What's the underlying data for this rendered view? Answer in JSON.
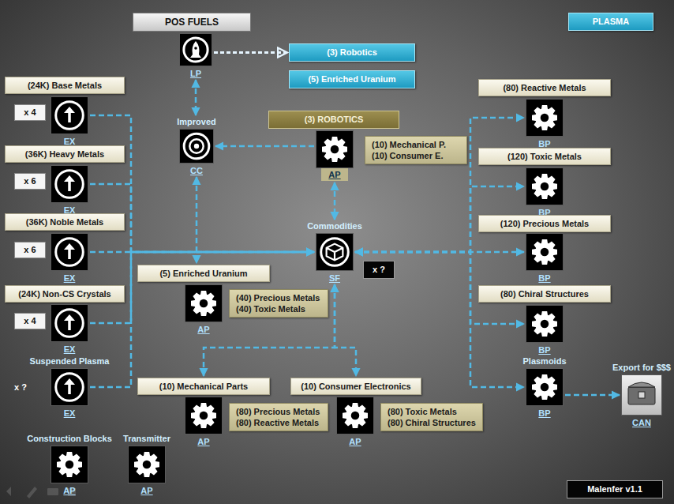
{
  "diagram": {
    "nodes": [
      {
        "text": [
          "POS FUELS"
        ]
      },
      {
        "text": [
          "LP"
        ]
      },
      {
        "text": [
          "PLASMA"
        ]
      },
      {
        "text": [
          "(3) Robotics"
        ]
      },
      {
        "text": [
          "(5) Enriched Uranium"
        ]
      },
      {
        "text": [
          "(24K) Base Metals"
        ]
      },
      {
        "text": [
          "x 4"
        ]
      },
      {
        "text": [
          "EX"
        ]
      },
      {
        "text": [
          "(80) Reactive Metals"
        ]
      },
      {
        "text": [
          "BP"
        ]
      },
      {
        "text": [
          "Improved",
          "CC"
        ]
      },
      {
        "text": [
          "(3) ROBOTICS"
        ]
      },
      {
        "text": [
          "AP"
        ]
      },
      {
        "text": [
          "(10) Mechanical P.",
          "(10) Consumer E."
        ]
      },
      {
        "text": [
          "(36K) Heavy Metals"
        ]
      },
      {
        "text": [
          "x 6"
        ]
      },
      {
        "text": [
          "EX"
        ]
      },
      {
        "text": [
          "(120) Toxic Metals"
        ]
      },
      {
        "text": [
          "BP"
        ]
      },
      {
        "text": [
          "(36K) Noble Metals"
        ]
      },
      {
        "text": [
          "x 6"
        ]
      },
      {
        "text": [
          "EX"
        ]
      },
      {
        "text": [
          "Commodities",
          "SF"
        ]
      },
      {
        "text": [
          "x ?"
        ]
      },
      {
        "text": [
          "(120) Precious Metals"
        ]
      },
      {
        "text": [
          "BP"
        ]
      },
      {
        "text": [
          "(5) Enriched Uranium"
        ]
      },
      {
        "text": [
          "AP"
        ]
      },
      {
        "text": [
          "(40) Precious Metals",
          "(40) Toxic Metals"
        ]
      },
      {
        "text": [
          "(24K) Non-CS Crystals"
        ]
      },
      {
        "text": [
          "x 4"
        ]
      },
      {
        "text": [
          "EX"
        ]
      },
      {
        "text": [
          "(80) Chiral Structures"
        ]
      },
      {
        "text": [
          "BP"
        ]
      },
      {
        "text": [
          "Suspended Plasma",
          "EX"
        ]
      },
      {
        "text": [
          "Plasmoids",
          "BP"
        ]
      },
      {
        "text": [
          "Export for $$$",
          "CAN"
        ]
      },
      {
        "text": [
          "(10) Mechanical Parts"
        ]
      },
      {
        "text": [
          "AP"
        ]
      },
      {
        "text": [
          "(80) Precious Metals",
          "(80) Reactive Metals"
        ]
      },
      {
        "text": [
          "(10) Consumer Electronics"
        ]
      },
      {
        "text": [
          "AP"
        ]
      },
      {
        "text": [
          "(80) Toxic Metals",
          "(80) Chiral Structures"
        ]
      },
      {
        "text": [
          "Construction Blocks",
          "AP"
        ]
      },
      {
        "text": [
          "Transmitter",
          "AP"
        ]
      },
      {
        "text": [
          "Malenfer v1.1"
        ]
      }
    ],
    "edges": [
      {
        "from": 1,
        "to": 10,
        "arrow": "both"
      },
      {
        "from": 1,
        "to": 3,
        "arrow": "to"
      },
      {
        "from": 12,
        "to": 10,
        "arrow": "to"
      },
      {
        "from": 12,
        "to": 22,
        "arrow": "both"
      },
      {
        "from": 10,
        "to": 26,
        "arrow": "both"
      },
      {
        "from": 7,
        "to": 22,
        "arrow": "to"
      },
      {
        "from": 16,
        "to": 22,
        "arrow": "to"
      },
      {
        "from": 21,
        "to": 22,
        "arrow": "to"
      },
      {
        "from": 31,
        "to": 22,
        "arrow": "to"
      },
      {
        "from": 34,
        "to": 22,
        "arrow": "to"
      },
      {
        "from": 22,
        "to": 9,
        "arrow": "both"
      },
      {
        "from": 22,
        "to": 18,
        "arrow": "both"
      },
      {
        "from": 22,
        "to": 25,
        "arrow": "both"
      },
      {
        "from": 22,
        "to": 33,
        "arrow": "both"
      },
      {
        "from": 22,
        "to": 35,
        "arrow": "both"
      },
      {
        "from": 35,
        "to": 36,
        "arrow": "to"
      },
      {
        "from": 22,
        "to": 37,
        "arrow": "both"
      },
      {
        "from": 22,
        "to": 40,
        "arrow": "both"
      }
    ],
    "labels": [
      "x ?"
    ]
  }
}
